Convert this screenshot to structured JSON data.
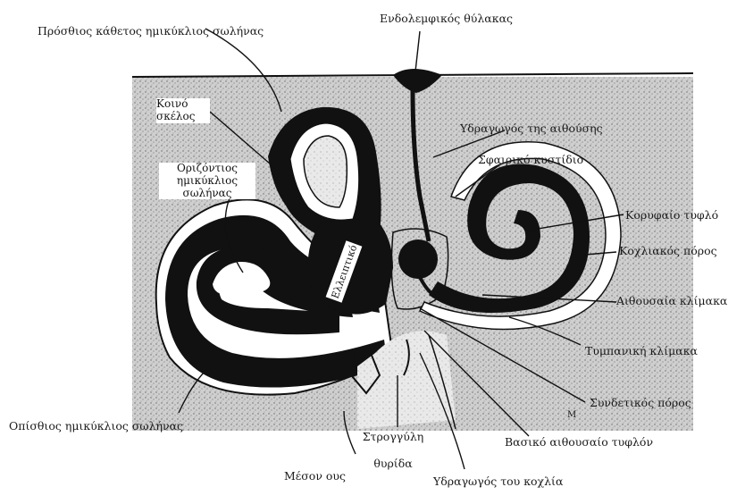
{
  "diagram": {
    "labels": {
      "anterior_canal": "Πρόσθιος κάθετος ημικύκλιος σωλήνας",
      "endolymphatic_sac": "Ενδολεμφικός θύλακας",
      "common_crus": "Κοινό σκέλος",
      "horizontal_canal": "Οριζόντιος ημικύκλιος σωλήνας",
      "vestibular_aqueduct": "Υδραγωγός της αιθούσης",
      "saccule": "Σφαιρικό κυστίδιο",
      "cupular_cecum": "Κορυφαίο τυφλό",
      "cochlear_duct": "Κοχλιακός πόρος",
      "scala_vestibuli": "Αιθουσαία κλίμακα",
      "utricle": "Ελλειπτικό",
      "scala_tympani": "Τυμπανική κλίμακα",
      "ductus_reuniens": "Συνδετικός πόρος",
      "posterior_canal": "Οπίσθιος ημικύκλιος σωλήνας",
      "round_window": "Στρογγύλη θυρίδα",
      "vestibular_cecum": "Βασικό αιθουσαίο τυφλόν",
      "middle_ear": "Μέσον ους",
      "cochlear_aqueduct": "Υδραγωγός του κοχλία",
      "corner_mark": "Μ"
    }
  }
}
